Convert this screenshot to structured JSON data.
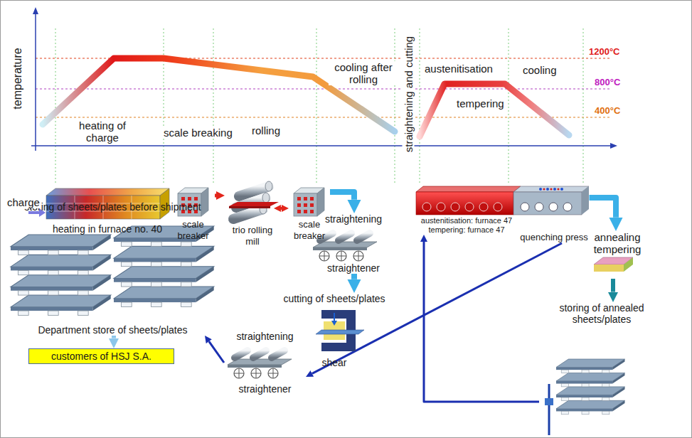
{
  "diagram": {
    "nodes": [
      {
        "text": [
          "heating in furnace no. 40"
        ]
      },
      {
        "text": [
          "scale breaker"
        ]
      },
      {
        "text": [
          "trio rolling mill"
        ]
      },
      {
        "text": [
          "scale breaker"
        ]
      },
      {
        "text": [
          "straightening",
          "straightener"
        ]
      },
      {
        "text": [
          "cutting of sheets/plates",
          "shear"
        ]
      },
      {
        "text": [
          "austenitisation: furnace 47",
          "tempering: furnace 47"
        ]
      },
      {
        "text": [
          "quenching press"
        ]
      },
      {
        "text": [
          "annealing tempering"
        ]
      },
      {
        "text": [
          "storing of annealed sheets/plates"
        ]
      },
      {
        "text": [
          "straightening",
          "straightener"
        ]
      },
      {
        "text": [
          "storing of sheets/plates before shipment",
          "Department store of sheets/plates"
        ]
      },
      {
        "text": [
          "customers of HSJ S.A."
        ]
      }
    ],
    "edges": [
      {
        "from": 1,
        "to": 2,
        "arrow": "to"
      },
      {
        "from": 2,
        "to": 3,
        "arrow": "both"
      },
      {
        "from": 3,
        "to": 4,
        "arrow": "to"
      },
      {
        "from": 4,
        "to": 5,
        "arrow": "to"
      },
      {
        "from": 7,
        "to": 8,
        "arrow": "to"
      },
      {
        "from": 8,
        "to": 9,
        "arrow": "to"
      },
      {
        "from": 9,
        "to": 6,
        "arrow": "to"
      },
      {
        "from": 7,
        "to": 10,
        "arrow": "to"
      },
      {
        "from": 10,
        "to": 11,
        "arrow": "to"
      },
      {
        "from": 11,
        "to": 12,
        "arrow": "to"
      }
    ],
    "labels": [
      "temperature",
      "heating of charge",
      "scale breaking",
      "rolling",
      "cooling after rolling",
      "straightening and cutting",
      "austenitisation",
      "tempering",
      "cooling",
      "1200°C",
      "800°C",
      "400°C",
      "charge"
    ]
  }
}
